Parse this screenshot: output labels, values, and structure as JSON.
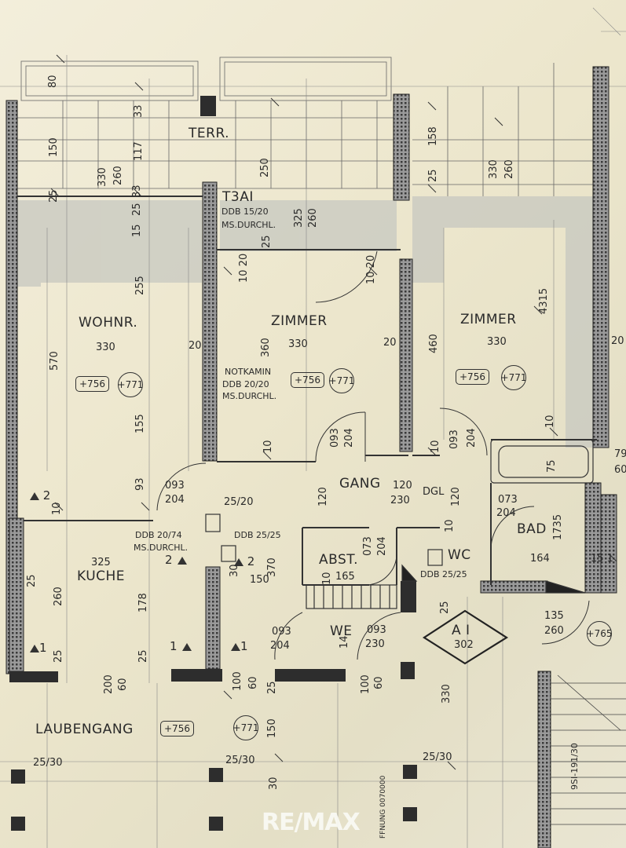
{
  "rooms": {
    "terr": "TERR.",
    "t3ai": "T3AI",
    "wohnr": "WOHNR.",
    "zimmer1": "ZIMMER",
    "zimmer2": "ZIMMER",
    "kueche": "KUCHE",
    "gang": "GANG",
    "bad": "BAD",
    "abst": "ABST.",
    "wc": "WC",
    "we": "WE",
    "laubengang": "LAUBENGANG",
    "ai_tag": "A I",
    "ai_num": "302"
  },
  "notes": {
    "ddb_1520": "DDB 15/20",
    "ms_1": "MS.DURCHL.",
    "notkamin": "NOTKAMIN",
    "ddb_2020": "DDB 20/20",
    "ms_2": "MS.DURCHL.",
    "ddb_2074": "DDB 20/74",
    "ms_3": "MS.DURCHL.",
    "ddb_2525a": "DDB 25/25",
    "ddb_2525b": "DDB 25/25",
    "dgl": "DGL",
    "col_1": "25/20",
    "col_2": "25/30",
    "col_3": "25/30",
    "col_4": "25/30",
    "side_vert": "9SI-191/30",
    "bottom_vert": "FFNUNG 0070000"
  },
  "levels": {
    "wohnr": "+756",
    "wohnr_c": "+771",
    "zimmer1": "+756",
    "zimmer1_c": "+771",
    "zimmer2": "+756",
    "zimmer2_c": "+771",
    "laubengang": "+756",
    "laubengang_c": "+771",
    "stair_c": "+765"
  },
  "markers": {
    "m2a": "2",
    "m2b": "2",
    "m2c": "2",
    "m1a": "1",
    "m1b": "1",
    "m1c": "1"
  },
  "dimensions": {
    "d80": "80",
    "d33a": "33",
    "d150a": "150",
    "d330a": "330",
    "d260a": "260",
    "d117": "117",
    "d250": "250",
    "d158": "158",
    "d25a": "25",
    "d330b": "330",
    "d260b": "260",
    "d25b": "25",
    "d33b": "33",
    "d25c": "25",
    "d15": "15",
    "d325": "325",
    "d260c": "260",
    "d25d": "25",
    "d1020a": "10 20",
    "d1020b": "10 20",
    "d255": "255",
    "d4315": "4315",
    "d570": "570",
    "d330c": "330",
    "d20a": "20",
    "d360": "360",
    "d330d": "330",
    "d20b": "20",
    "d460": "460",
    "d330e": "330",
    "d20c": "20",
    "d155": "155",
    "d093a": "093",
    "d204a": "204",
    "d10a": "10",
    "d093b": "093",
    "d204b": "204",
    "d10b": "10",
    "d10c": "10",
    "d75": "75",
    "d93": "93",
    "d093c": "093",
    "d204c": "204",
    "d120a": "120",
    "d230a": "230",
    "d120b": "120",
    "d120c": "120",
    "d073a": "073",
    "d204d": "204",
    "d1735": "1735",
    "d79": "79",
    "d60a": "60",
    "d10d": "10",
    "d325k": "325",
    "d25e": "25",
    "d260d": "260",
    "d178": "178",
    "d370": "370",
    "d150b": "150",
    "d30": "30",
    "d10e": "10",
    "d165": "165",
    "d073b": "073",
    "d204e": "204",
    "d10f": "10",
    "d164": "164",
    "d151": "15 1",
    "d135": "135",
    "d260e": "260",
    "d093d": "093",
    "d204f": "204",
    "d14": "14",
    "d093e": "093",
    "d230b": "230",
    "d25f": "25",
    "d25g": "25",
    "d200": "200",
    "d60b": "60",
    "d100a": "100",
    "d60c": "60",
    "d25h": "25",
    "d100b": "100",
    "d60d": "60",
    "d330f": "330",
    "d150c": "150",
    "d30b": "30"
  },
  "watermark": "RE/MAX"
}
